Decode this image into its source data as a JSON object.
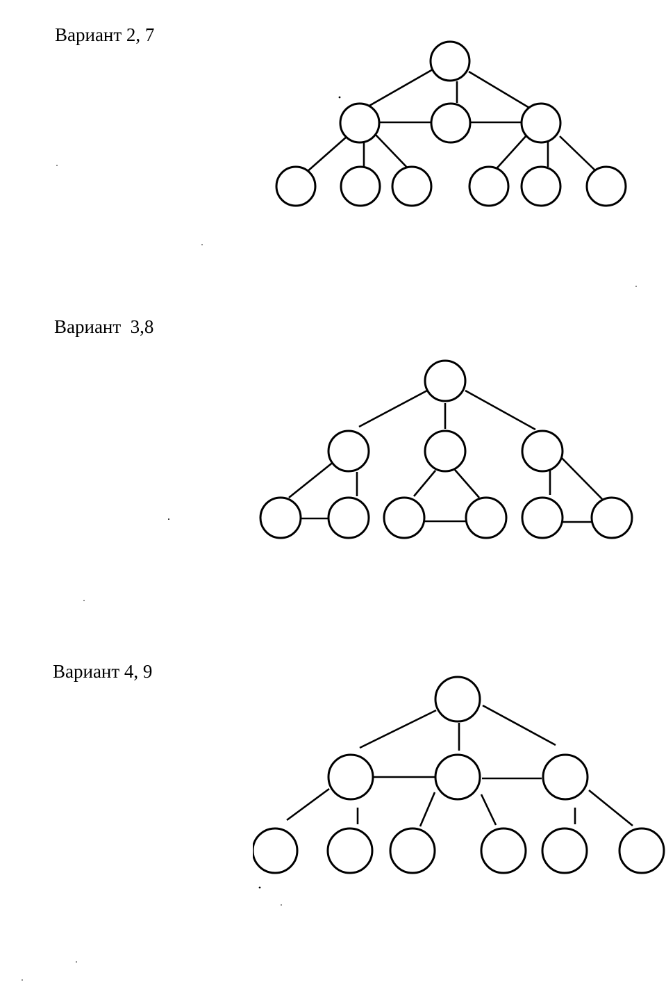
{
  "document": {
    "variants": [
      {
        "label": "Вариант 2, 7"
      },
      {
        "label": "Вариант  3,8"
      },
      {
        "label": "Вариант 4, 9"
      }
    ],
    "colors": {
      "ink": "#000000",
      "paper": "#ffffff"
    }
  }
}
